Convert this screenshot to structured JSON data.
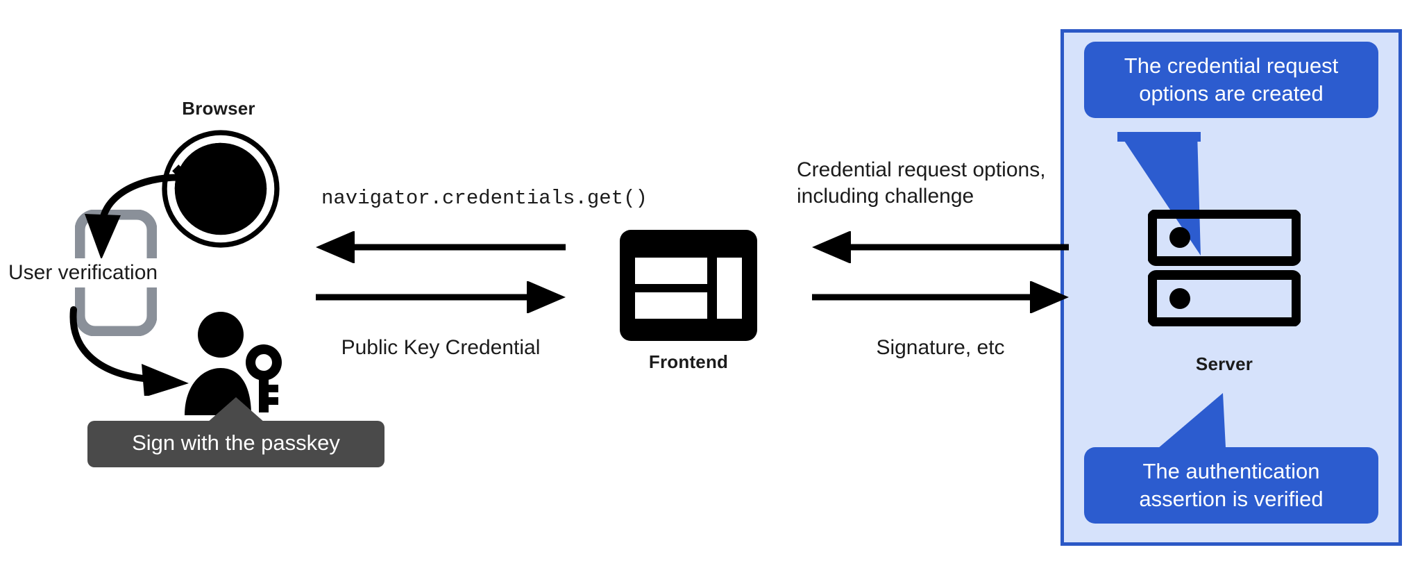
{
  "diagram": {
    "title": "WebAuthn authentication (navigator.credentials.get) flow",
    "background": "#ffffff",
    "colors": {
      "panel_fill": "#d6e2fb",
      "panel_border": "#2b58c6",
      "callout_fill": "#2c5ccf",
      "callout_text": "#ffffff",
      "tooltip_fill": "#4a4a4a",
      "tooltip_text": "#ffffff",
      "ink": "#000000",
      "device_gray": "#8a9099",
      "text": "#1b1b1b"
    }
  },
  "browser": {
    "label": "Browser",
    "icon": "globe-icon"
  },
  "device": {
    "icon": "smartphone-icon",
    "verification_label": "User verification"
  },
  "user": {
    "icon": "person-with-key-icon",
    "tooltip": "Sign with the passkey"
  },
  "frontend": {
    "label": "Frontend",
    "icon": "web-layout-icon"
  },
  "server": {
    "label": "Server",
    "icon": "server-rack-icon",
    "callouts": [
      {
        "name": "credential-request-options-callout",
        "text": "The credential request\noptions are created"
      },
      {
        "name": "authentication-assertion-callout",
        "text": "The authentication\nassertion is verified"
      }
    ]
  },
  "flows": {
    "browser_frontend": {
      "top_label": "navigator.credentials.get()",
      "top_direction": "left",
      "bottom_label": "Public Key Credential",
      "bottom_direction": "right"
    },
    "frontend_server": {
      "top_label": "Credential request options,\nincluding challenge",
      "top_direction": "left",
      "bottom_label": "Signature, etc",
      "bottom_direction": "right"
    }
  }
}
